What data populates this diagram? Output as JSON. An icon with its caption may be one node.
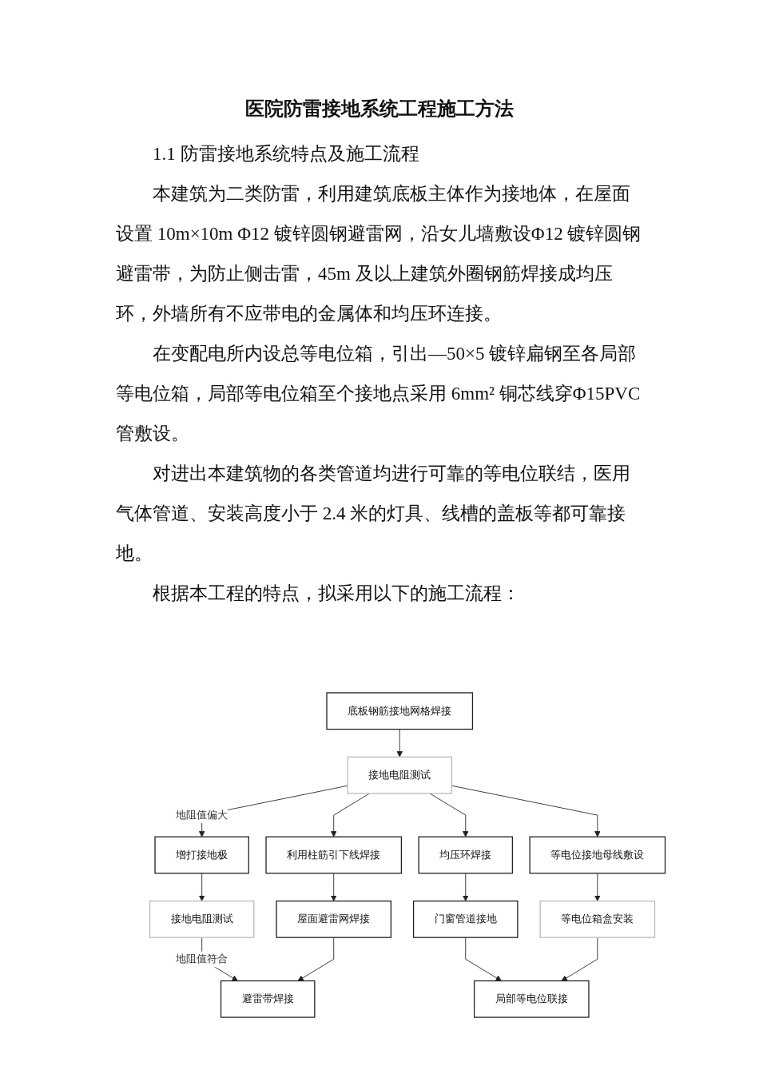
{
  "diagram": {
    "title": "医院防雷接地系统工程施工方法",
    "nodes": [
      {
        "text": [
          "底板钢筋接地网格焊接"
        ]
      },
      {
        "text": [
          "接地电阻测试"
        ]
      },
      {
        "text": [
          "增打接地极"
        ]
      },
      {
        "text": [
          "利用柱筋引下线焊接"
        ]
      },
      {
        "text": [
          "均压环焊接"
        ]
      },
      {
        "text": [
          "等电位接地母线敷设"
        ]
      },
      {
        "text": [
          "接地电阻测试"
        ]
      },
      {
        "text": [
          "屋面避雷网焊接"
        ]
      },
      {
        "text": [
          "门窗管道接地"
        ]
      },
      {
        "text": [
          "等电位箱盒安装"
        ]
      },
      {
        "text": [
          "避雷带焊接"
        ]
      },
      {
        "text": [
          "局部等电位联接"
        ]
      }
    ],
    "edges": [
      {
        "from": 0,
        "to": 1,
        "arrow": "to"
      },
      {
        "from": 1,
        "to": 2,
        "arrow": "to",
        "label": "地阻值偏大"
      },
      {
        "from": 1,
        "to": 3,
        "arrow": "to"
      },
      {
        "from": 1,
        "to": 4,
        "arrow": "to"
      },
      {
        "from": 1,
        "to": 5,
        "arrow": "to"
      },
      {
        "from": 2,
        "to": 6,
        "arrow": "to"
      },
      {
        "from": 3,
        "to": 7,
        "arrow": "to"
      },
      {
        "from": 4,
        "to": 8,
        "arrow": "to"
      },
      {
        "from": 5,
        "to": 9,
        "arrow": "to"
      },
      {
        "from": 6,
        "to": 10,
        "arrow": "to",
        "label": "地阻值符合"
      },
      {
        "from": 7,
        "to": 10,
        "arrow": "to"
      },
      {
        "from": 8,
        "to": 11,
        "arrow": "to"
      },
      {
        "from": 9,
        "to": 11,
        "arrow": "to"
      }
    ],
    "labels": [
      "1.1 防雷接地系统特点及施工流程",
      "本建筑为二类防雷，利用建筑底板主体作为接地体，在屋面设置 10m×10m Φ12 镀锌圆钢避雷网，沿女儿墙敷设Φ12 镀锌圆钢避雷带，为防止侧击雷，45m 及以上建筑外圈钢筋焊接成均压环，外墙所有不应带电的金属体和均压环连接。",
      "在变配电所内设总等电位箱，引出—50×5 镀锌扁钢至各局部等电位箱，局部等电位箱至个接地点采用 6mm² 铜芯线穿Φ15PVC 管敷设。",
      "对进出本建筑物的各类管道均进行可靠的等电位联结，医用气体管道、安装高度小于 2.4 米的灯具、线槽的盖板等都可靠接地。",
      "根据本工程的特点，拟采用以下的施工流程："
    ]
  }
}
